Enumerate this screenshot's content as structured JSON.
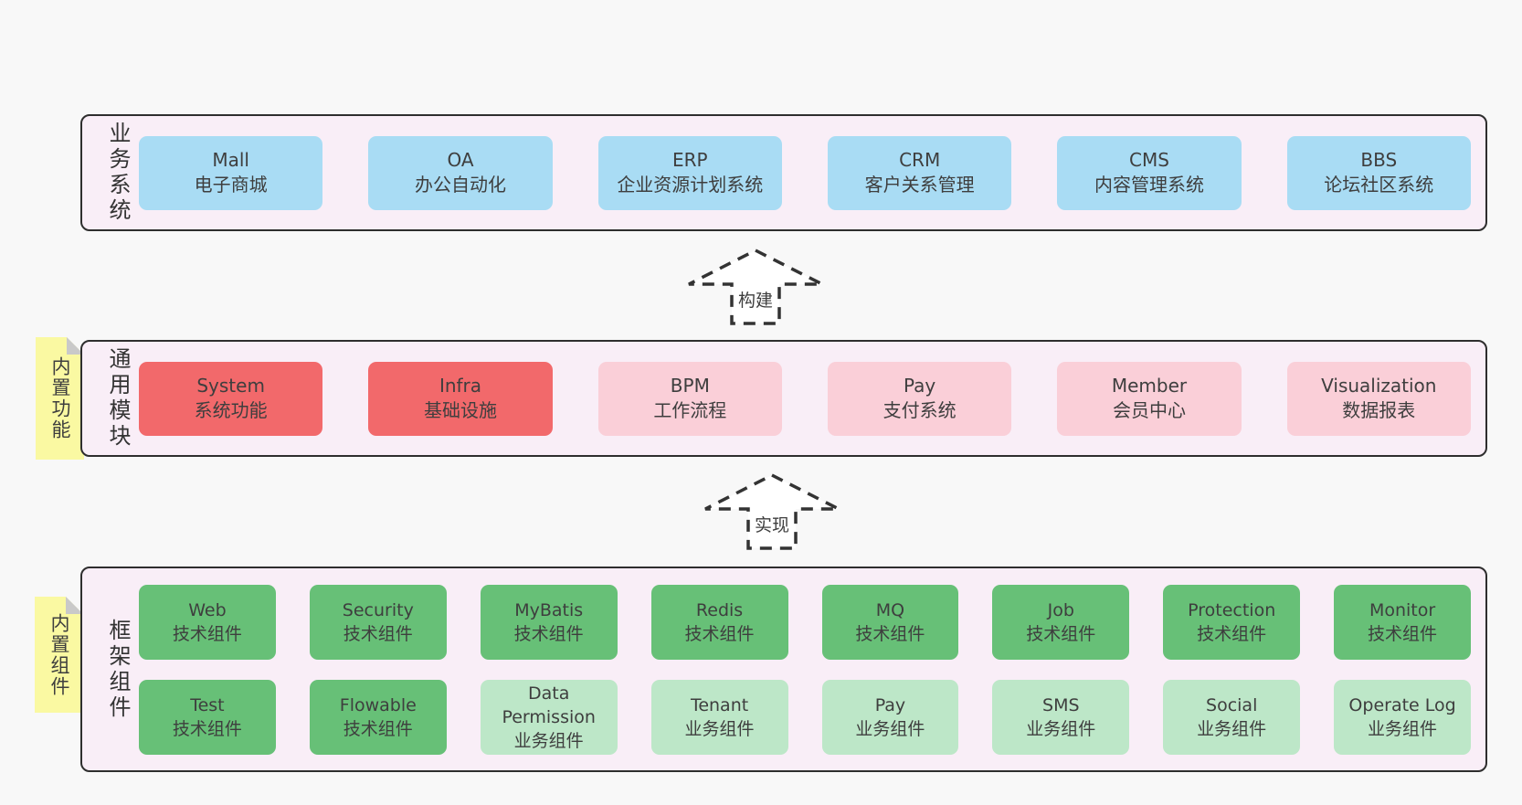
{
  "diagram": {
    "colors": {
      "page_bg": "#f8f8f8",
      "panel_bg": "#f9eef7",
      "panel_border": "#2e2e2e",
      "blue": "#a9dcf4",
      "red": "#f2696b",
      "pink": "#facfd8",
      "green": "#67c077",
      "green_light": "#bde7c8",
      "note_yellow": "#faf9a2",
      "note_fold": "#c9c9c9",
      "text": "#3e3e3e"
    },
    "arrows": [
      {
        "label": "构建"
      },
      {
        "label": "实现"
      }
    ],
    "layers": [
      {
        "id": "business-systems",
        "side_label": "业务系统",
        "rows": [
          [
            {
              "name": "Mall",
              "desc": "电子商城",
              "variant": "blue"
            },
            {
              "name": "OA",
              "desc": "办公自动化",
              "variant": "blue"
            },
            {
              "name": "ERP",
              "desc": "企业资源计划系统",
              "variant": "blue"
            },
            {
              "name": "CRM",
              "desc": "客户关系管理",
              "variant": "blue"
            },
            {
              "name": "CMS",
              "desc": "内容管理系统",
              "variant": "blue"
            },
            {
              "name": "BBS",
              "desc": "论坛社区系统",
              "variant": "blue"
            }
          ]
        ]
      },
      {
        "id": "common-modules",
        "side_label": "通用模块",
        "sticky_note": "内置功能",
        "rows": [
          [
            {
              "name": "System",
              "desc": "系统功能",
              "variant": "red"
            },
            {
              "name": "Infra",
              "desc": "基础设施",
              "variant": "red"
            },
            {
              "name": "BPM",
              "desc": "工作流程",
              "variant": "pink"
            },
            {
              "name": "Pay",
              "desc": "支付系统",
              "variant": "pink"
            },
            {
              "name": "Member",
              "desc": "会员中心",
              "variant": "pink"
            },
            {
              "name": "Visualization",
              "desc": "数据报表",
              "variant": "pink"
            }
          ]
        ]
      },
      {
        "id": "framework-components",
        "side_label": "框架组件",
        "sticky_note": "内置组件",
        "rows": [
          [
            {
              "name": "Web",
              "desc": "技术组件",
              "variant": "green"
            },
            {
              "name": "Security",
              "desc": "技术组件",
              "variant": "green"
            },
            {
              "name": "MyBatis",
              "desc": "技术组件",
              "variant": "green"
            },
            {
              "name": "Redis",
              "desc": "技术组件",
              "variant": "green"
            },
            {
              "name": "MQ",
              "desc": "技术组件",
              "variant": "green"
            },
            {
              "name": "Job",
              "desc": "技术组件",
              "variant": "green"
            },
            {
              "name": "Protection",
              "desc": "技术组件",
              "variant": "green"
            },
            {
              "name": "Monitor",
              "desc": "技术组件",
              "variant": "green"
            }
          ],
          [
            {
              "name": "Test",
              "desc": "技术组件",
              "variant": "green"
            },
            {
              "name": "Flowable",
              "desc": "技术组件",
              "variant": "green"
            },
            {
              "name": "Data Permission",
              "desc": "业务组件",
              "variant": "lightgreen"
            },
            {
              "name": "Tenant",
              "desc": "业务组件",
              "variant": "lightgreen"
            },
            {
              "name": "Pay",
              "desc": "业务组件",
              "variant": "lightgreen"
            },
            {
              "name": "SMS",
              "desc": "业务组件",
              "variant": "lightgreen"
            },
            {
              "name": "Social",
              "desc": "业务组件",
              "variant": "lightgreen"
            },
            {
              "name": "Operate Log",
              "desc": "业务组件",
              "variant": "lightgreen"
            }
          ]
        ]
      }
    ]
  }
}
